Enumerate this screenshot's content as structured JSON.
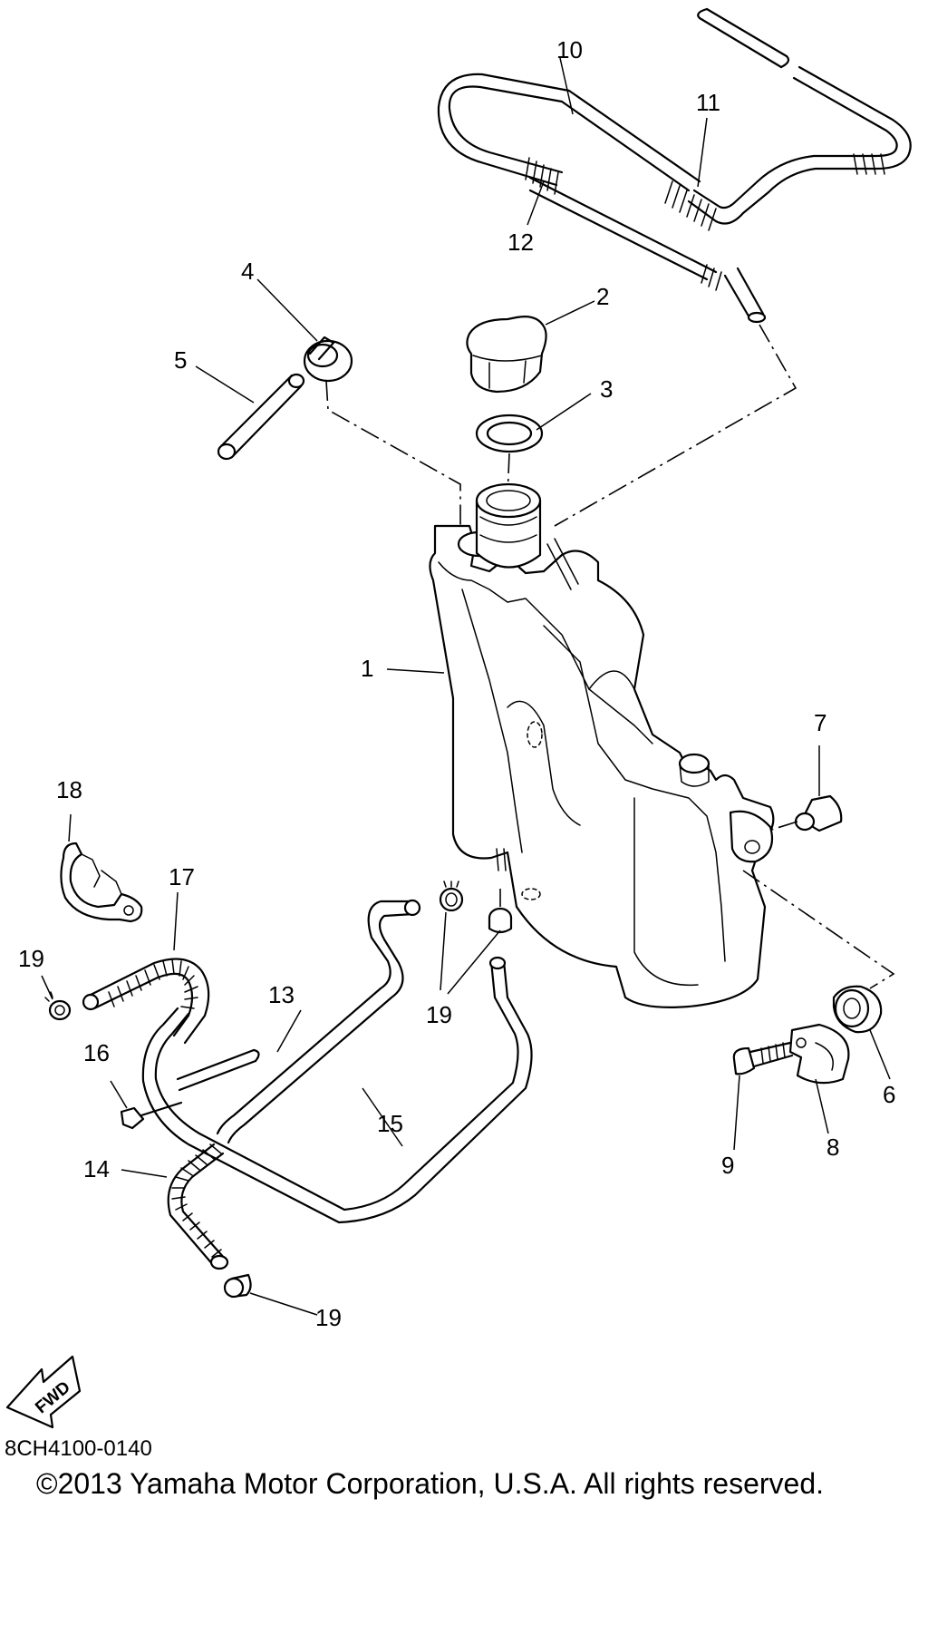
{
  "callouts": {
    "c1": "1",
    "c2": "2",
    "c3": "3",
    "c4": "4",
    "c5": "5",
    "c6": "6",
    "c7": "7",
    "c8": "8",
    "c9": "9",
    "c10": "10",
    "c11": "11",
    "c12": "12",
    "c13": "13",
    "c14": "14",
    "c15": "15",
    "c16": "16",
    "c17": "17",
    "c18": "18",
    "c19a": "19",
    "c19b": "19",
    "c19c": "19"
  },
  "fwd_label": "FWD",
  "part_number": "8CH4100-0140",
  "copyright": "©2013 Yamaha Motor Corporation, U.S.A. All rights reserved."
}
